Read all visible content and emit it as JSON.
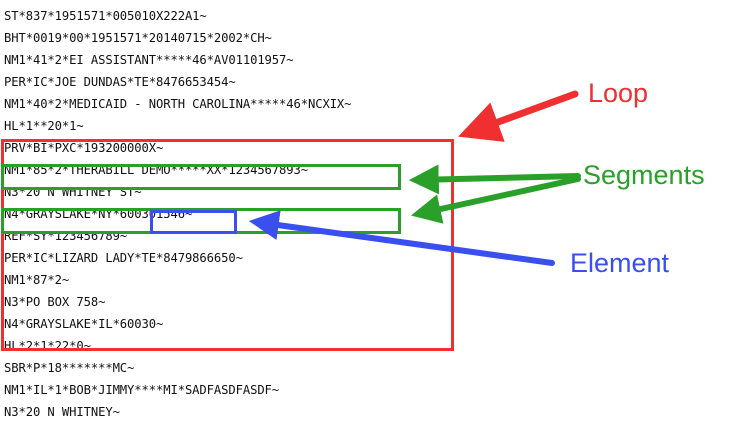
{
  "edi_lines": [
    "ST*837*1951571*005010X222A1~",
    "BHT*0019*00*1951571*20140715*2002*CH~",
    "NM1*41*2*EI ASSISTANT*****46*AV01101957~",
    "PER*IC*JOE DUNDAS*TE*8476653454~",
    "NM1*40*2*MEDICAID - NORTH CAROLINA*****46*NCXIX~",
    "HL*1**20*1~",
    "PRV*BI*PXC*193200000X~",
    "NM1*85*2*THERABILL DEMO*****XX*1234567893~",
    "N3*20 N WHITNEY ST~",
    "N4*GRAYSLAKE*NY*600301546~",
    "REF*SY*123456789~",
    "PER*IC*LIZARD LADY*TE*8479866650~",
    "NM1*87*2~",
    "N3*PO BOX 758~",
    "N4*GRAYSLAKE*IL*60030~",
    "HL*2*1*22*0~",
    "SBR*P*18*******MC~",
    "NM1*IL*1*BOB*JIMMY****MI*SADFASDFASDF~",
    "N3*20 N WHITNEY~"
  ],
  "labels": {
    "loop": "Loop",
    "segments": "Segments",
    "element": "Element"
  },
  "colors": {
    "loop": "#f03030",
    "segments": "#2aa02a",
    "element": "#3a4ff0",
    "text": "#111111"
  }
}
